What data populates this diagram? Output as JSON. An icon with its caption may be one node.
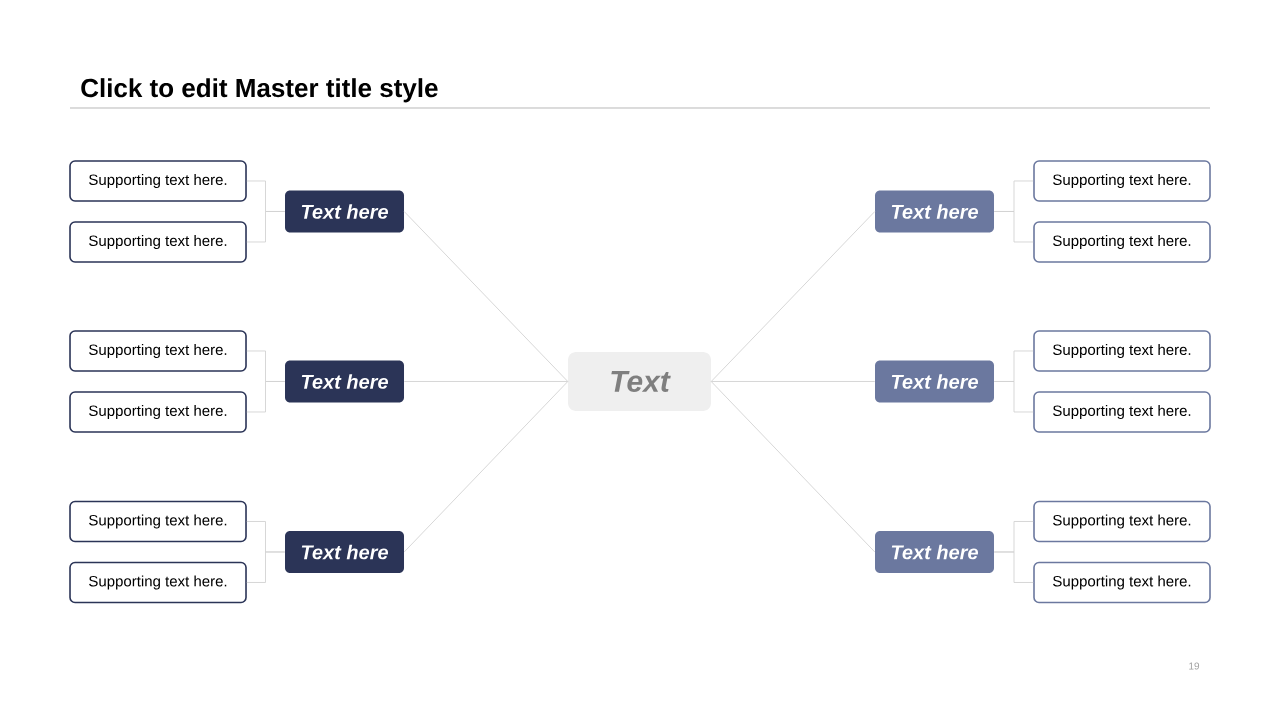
{
  "diagram": {
    "title": "Click to edit Master title style",
    "nodes": [
      {
        "text": [
          "Text"
        ]
      },
      {
        "text": [
          "Text here"
        ]
      },
      {
        "text": [
          "Text here"
        ]
      },
      {
        "text": [
          "Text here"
        ]
      },
      {
        "text": [
          "Text here"
        ]
      },
      {
        "text": [
          "Text here"
        ]
      },
      {
        "text": [
          "Text here"
        ]
      },
      {
        "text": [
          "Supporting text here."
        ]
      },
      {
        "text": [
          "Supporting text here."
        ]
      },
      {
        "text": [
          "Supporting text here."
        ]
      },
      {
        "text": [
          "Supporting text here."
        ]
      },
      {
        "text": [
          "Supporting text here."
        ]
      },
      {
        "text": [
          "Supporting text here."
        ]
      },
      {
        "text": [
          "Supporting text here."
        ]
      },
      {
        "text": [
          "Supporting text here."
        ]
      },
      {
        "text": [
          "Supporting text here."
        ]
      },
      {
        "text": [
          "Supporting text here."
        ]
      },
      {
        "text": [
          "Supporting text here."
        ]
      },
      {
        "text": [
          "Supporting text here."
        ]
      }
    ],
    "edges": [
      {
        "from": 0,
        "to": 1,
        "arrow": "none"
      },
      {
        "from": 0,
        "to": 2,
        "arrow": "none"
      },
      {
        "from": 0,
        "to": 3,
        "arrow": "none"
      },
      {
        "from": 0,
        "to": 4,
        "arrow": "none"
      },
      {
        "from": 0,
        "to": 5,
        "arrow": "none"
      },
      {
        "from": 0,
        "to": 6,
        "arrow": "none"
      },
      {
        "from": 1,
        "to": 7,
        "arrow": "none"
      },
      {
        "from": 1,
        "to": 8,
        "arrow": "none"
      },
      {
        "from": 2,
        "to": 9,
        "arrow": "none"
      },
      {
        "from": 2,
        "to": 10,
        "arrow": "none"
      },
      {
        "from": 3,
        "to": 11,
        "arrow": "none"
      },
      {
        "from": 3,
        "to": 12,
        "arrow": "none"
      },
      {
        "from": 4,
        "to": 13,
        "arrow": "none"
      },
      {
        "from": 4,
        "to": 14,
        "arrow": "none"
      },
      {
        "from": 5,
        "to": 15,
        "arrow": "none"
      },
      {
        "from": 5,
        "to": 16,
        "arrow": "none"
      },
      {
        "from": 6,
        "to": 17,
        "arrow": "none"
      },
      {
        "from": 6,
        "to": 18,
        "arrow": "none"
      }
    ],
    "labels": [
      "19"
    ]
  }
}
